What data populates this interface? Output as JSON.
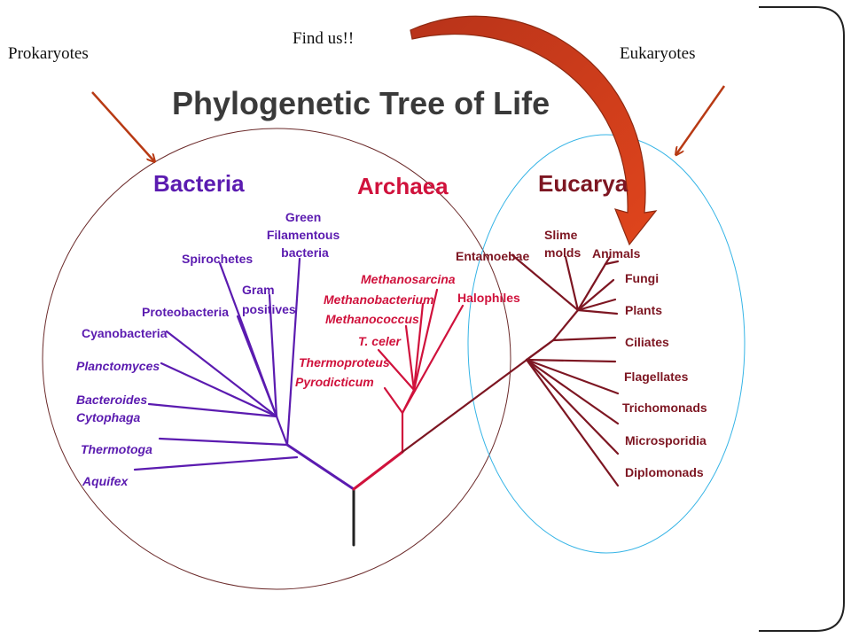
{
  "annotations": {
    "prokaryotes": "Prokaryotes",
    "eukaryotes": "Eukaryotes",
    "find_us": "Find us!!"
  },
  "title": "Phylogenetic Tree of Life",
  "domains": {
    "bacteria": "Bacteria",
    "archaea": "Archaea",
    "eucarya": "Eucarya"
  },
  "colors": {
    "bacteria": "#5b1bb0",
    "archaea": "#d0123c",
    "eucarya": "#7d1622",
    "prokaryote_circle": "#6b2a2a",
    "eukaryote_circle": "#35b4e6",
    "arrows": "#b83a14"
  },
  "bacteria": {
    "leaves": [
      [
        "Green",
        "Filamentous",
        "bacteria"
      ],
      [
        "Spirochetes"
      ],
      [
        "Gram",
        "positives"
      ],
      [
        "Proteobacteria"
      ],
      [
        "Cyanobacteria"
      ],
      [
        "Planctomyces"
      ],
      [
        "Bacteroides",
        "Cytophaga"
      ],
      [
        "Thermotoga"
      ],
      [
        "Aquifex"
      ]
    ]
  },
  "archaea": {
    "leaves": [
      [
        "Methanosarcina"
      ],
      [
        "Methanobacterium"
      ],
      [
        "Methanococcus"
      ],
      [
        "T. celer"
      ],
      [
        "Thermoproteus"
      ],
      [
        "Pyrodicticum"
      ],
      [
        "Halophiles"
      ]
    ]
  },
  "eucarya": {
    "leaves": [
      [
        "Entamoebae"
      ],
      [
        "Slime",
        "molds"
      ],
      [
        "Animals"
      ],
      [
        "Fungi"
      ],
      [
        "Plants"
      ],
      [
        "Ciliates"
      ],
      [
        "Flagellates"
      ],
      [
        "Trichomonads"
      ],
      [
        "Microsporidia"
      ],
      [
        "Diplomonads"
      ]
    ]
  }
}
